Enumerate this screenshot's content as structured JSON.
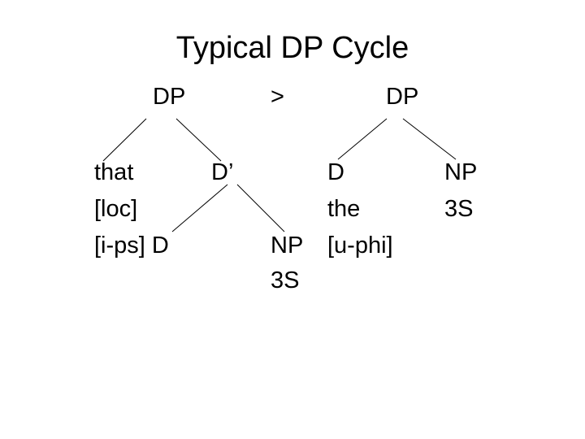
{
  "title": "Typical DP Cycle",
  "arrow": ">",
  "left_tree": {
    "root": "DP",
    "specifier": {
      "word": "that",
      "feature1": "[loc]",
      "feature2": "[i-ps] D"
    },
    "bar": "D’",
    "complement": {
      "category": "NP",
      "features": "3S"
    }
  },
  "right_tree": {
    "root": "DP",
    "head": {
      "category": "D",
      "word": "the",
      "features": "[u-phi]"
    },
    "complement": {
      "category": "NP",
      "features": "3S"
    }
  }
}
